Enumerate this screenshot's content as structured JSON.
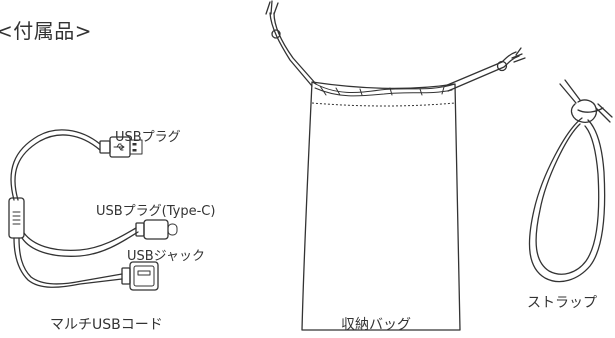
{
  "heading": "<付属品>",
  "usb_cable": {
    "label_usb_plug": "USBプラグ",
    "label_usb_plug_typec": "USBプラグ(Type-C)",
    "label_usb_jack": "USBジャック",
    "caption": "マルチUSBコード"
  },
  "storage_bag": {
    "caption": "収納バッグ"
  },
  "strap": {
    "caption": "ストラップ"
  }
}
